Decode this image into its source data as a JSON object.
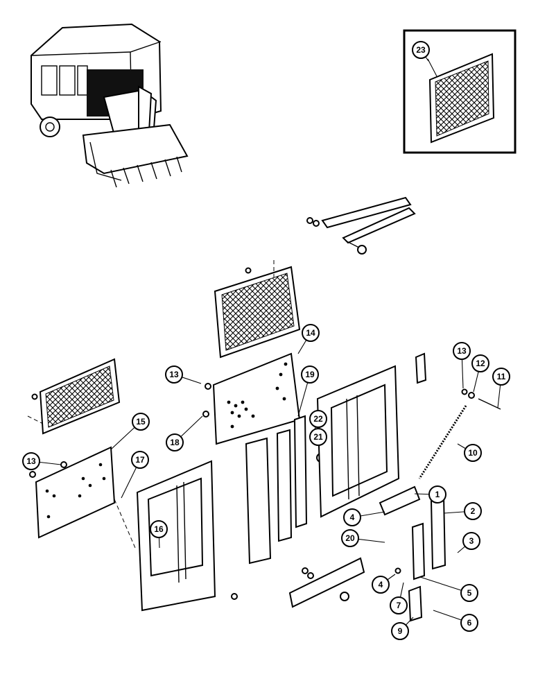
{
  "diagram": {
    "callouts": [
      {
        "id": "23",
        "label": "23"
      },
      {
        "id": "14",
        "label": "14"
      },
      {
        "id": "13a",
        "label": "13"
      },
      {
        "id": "13b",
        "label": "13"
      },
      {
        "id": "13c",
        "label": "13"
      },
      {
        "id": "12",
        "label": "12"
      },
      {
        "id": "11",
        "label": "11"
      },
      {
        "id": "19",
        "label": "19"
      },
      {
        "id": "22",
        "label": "22"
      },
      {
        "id": "21",
        "label": "21"
      },
      {
        "id": "18",
        "label": "18"
      },
      {
        "id": "15",
        "label": "15"
      },
      {
        "id": "17",
        "label": "17"
      },
      {
        "id": "16",
        "label": "16"
      },
      {
        "id": "10",
        "label": "10"
      },
      {
        "id": "1",
        "label": "1"
      },
      {
        "id": "2",
        "label": "2"
      },
      {
        "id": "3",
        "label": "3"
      },
      {
        "id": "4a",
        "label": "4"
      },
      {
        "id": "4b",
        "label": "4"
      },
      {
        "id": "20",
        "label": "20"
      },
      {
        "id": "5",
        "label": "5"
      },
      {
        "id": "6",
        "label": "6"
      },
      {
        "id": "7",
        "label": "7"
      },
      {
        "id": "9",
        "label": "9"
      }
    ]
  }
}
